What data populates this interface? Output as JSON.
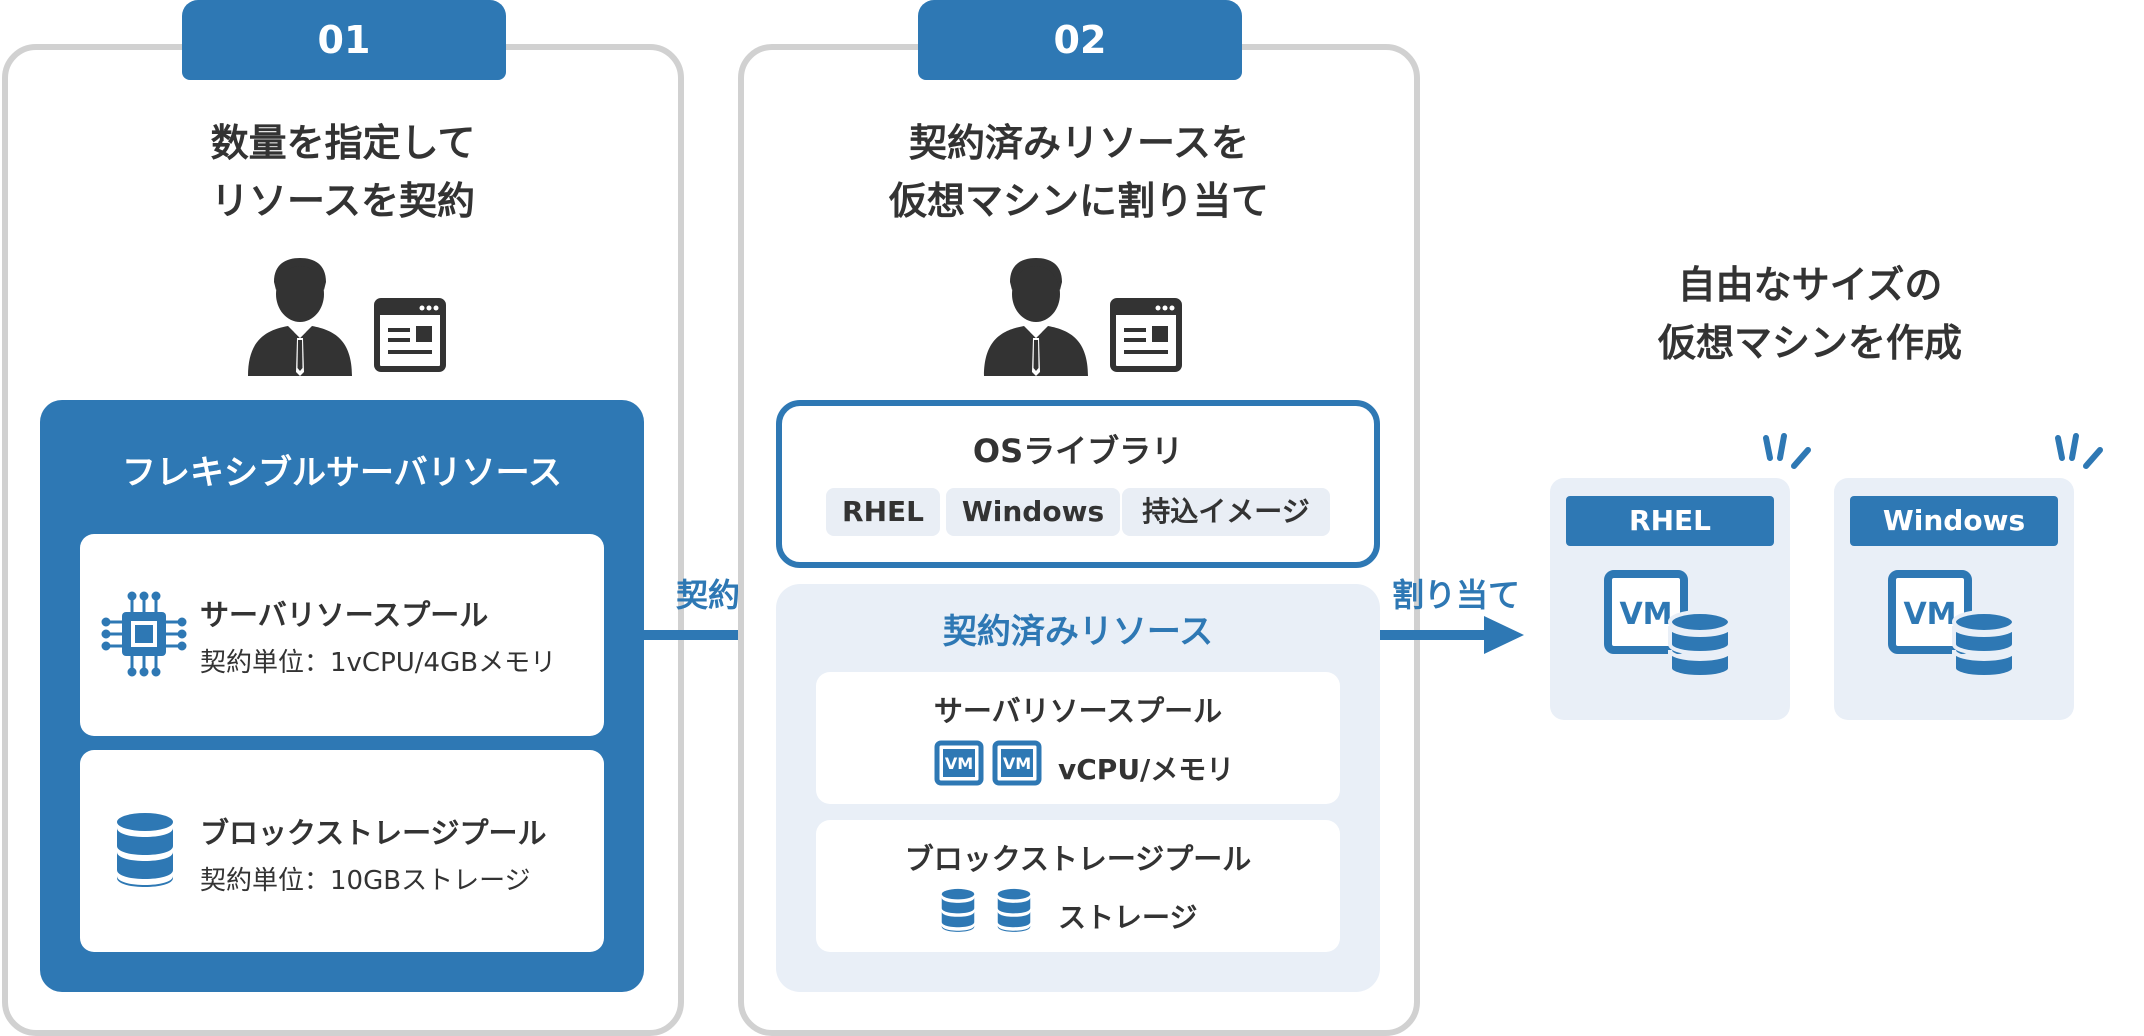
{
  "step1": {
    "number": "01",
    "title_line1": "数量を指定して",
    "title_line2": "リソースを契約",
    "box_title": "フレキシブルサーバリソース",
    "cards": [
      {
        "title": "サーバリソースプール",
        "subtitle": "契約単位：1vCPU/4GBメモリ",
        "icon": "cpu-icon"
      },
      {
        "title": "ブロックストレージプール",
        "subtitle": "契約単位：10GBストレージ",
        "icon": "database-icon"
      }
    ]
  },
  "arrow1_label": "契約",
  "step2": {
    "number": "02",
    "title_line1": "契約済みリソースを",
    "title_line2": "仮想マシンに割り当て",
    "os_library": {
      "title": "OSライブラリ",
      "items": [
        "RHEL",
        "Windows",
        "持込イメージ"
      ]
    },
    "contracted": {
      "title": "契約済みリソース",
      "pools": [
        {
          "title": "サーバリソースプール",
          "label": "vCPU/メモリ",
          "icon": "vm-icon"
        },
        {
          "title": "ブロックストレージプール",
          "label": "ストレージ",
          "icon": "database-icon"
        }
      ]
    }
  },
  "arrow2_label": "割り当て",
  "result": {
    "title_line1": "自由なサイズの",
    "title_line2": "仮想マシンを作成",
    "vms": [
      {
        "label": "RHEL",
        "badge": "VM"
      },
      {
        "label": "Windows",
        "badge": "VM"
      }
    ]
  },
  "colors": {
    "primary": "#2e78b4",
    "panel_border": "#d1d1d1",
    "light_fill": "#e9eff7",
    "text": "#333333"
  }
}
